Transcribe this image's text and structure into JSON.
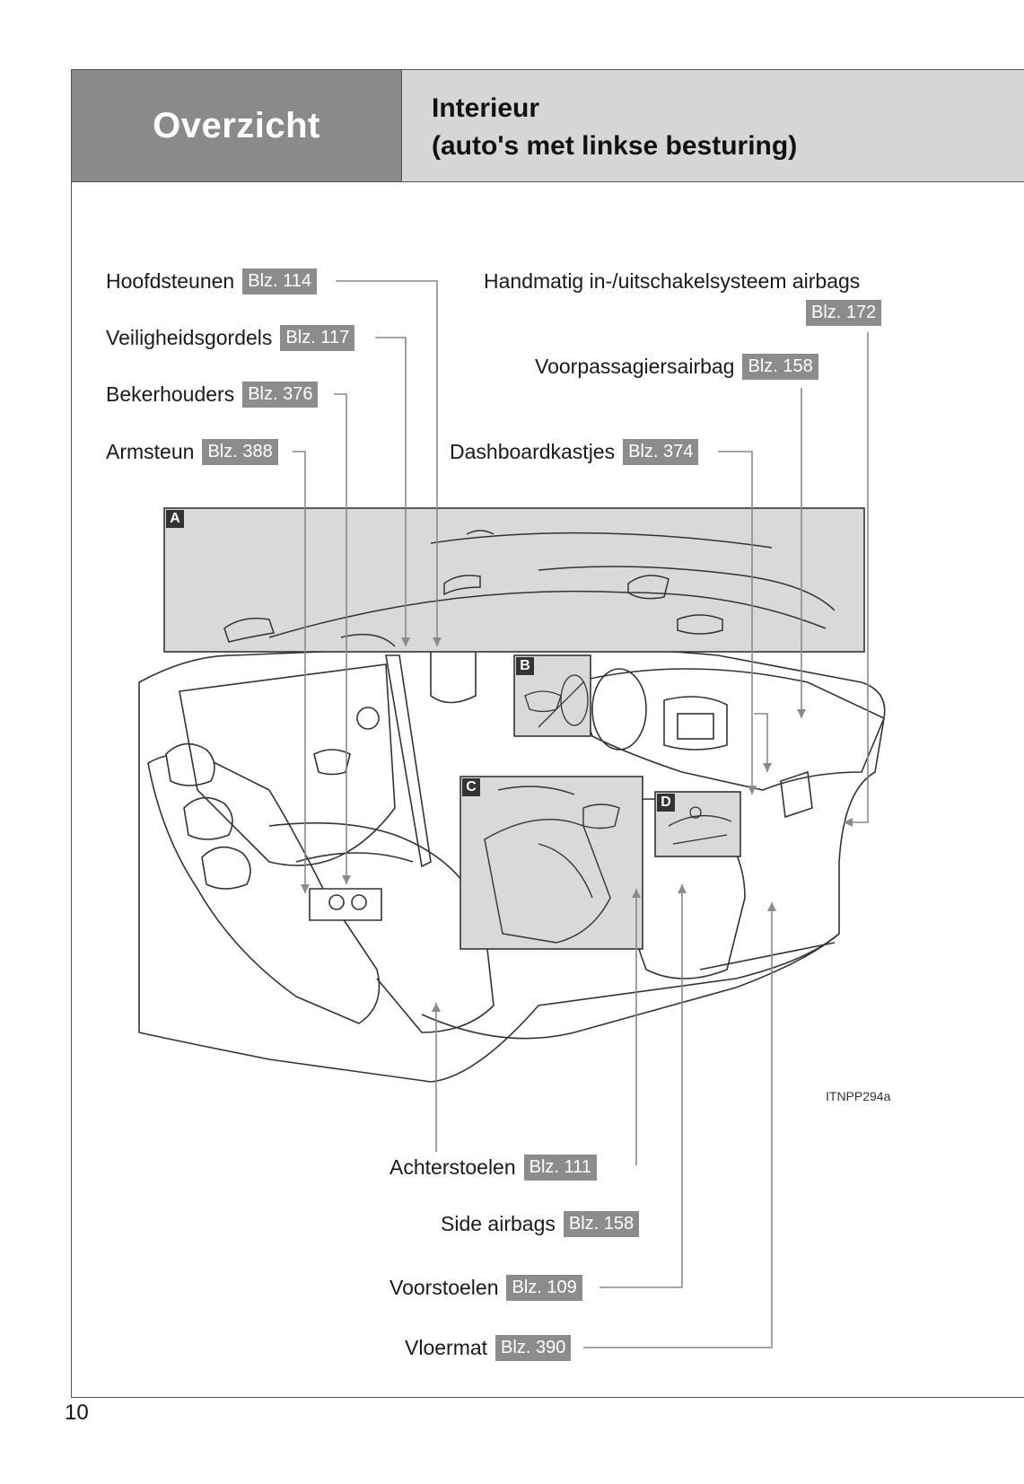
{
  "header": {
    "section": "Overzicht",
    "title_line1": "Interieur",
    "title_line2": "(auto's met linkse besturing)"
  },
  "callouts_left": [
    {
      "label": "Hoofdsteunen",
      "page": "Blz. 114"
    },
    {
      "label": "Veiligheidsgordels",
      "page": "Blz. 117"
    },
    {
      "label": "Bekerhouders",
      "page": "Blz. 376"
    },
    {
      "label": "Armsteun",
      "page": "Blz. 388"
    }
  ],
  "callouts_right": [
    {
      "label": "Handmatig in-/uitschakelsysteem airbags",
      "page": "Blz. 172"
    },
    {
      "label": "Voorpassagiersairbag",
      "page": "Blz. 158"
    },
    {
      "label": "Dashboardkastjes",
      "page": "Blz. 374"
    }
  ],
  "callouts_bottom": [
    {
      "label": "Achterstoelen",
      "page": "Blz. 111"
    },
    {
      "label": "Side airbags",
      "page": "Blz. 158"
    },
    {
      "label": "Voorstoelen",
      "page": "Blz. 109"
    },
    {
      "label": "Vloermat",
      "page": "Blz. 390"
    }
  ],
  "inset_tags": [
    "A",
    "B",
    "C",
    "D"
  ],
  "figure_code": "ITNPP294a",
  "page_number": "10",
  "colors": {
    "header_dark": "#8a8a8a",
    "header_light": "#d6d6d6",
    "badge": "#8c8c8c",
    "leader": "#8a8a8a"
  }
}
